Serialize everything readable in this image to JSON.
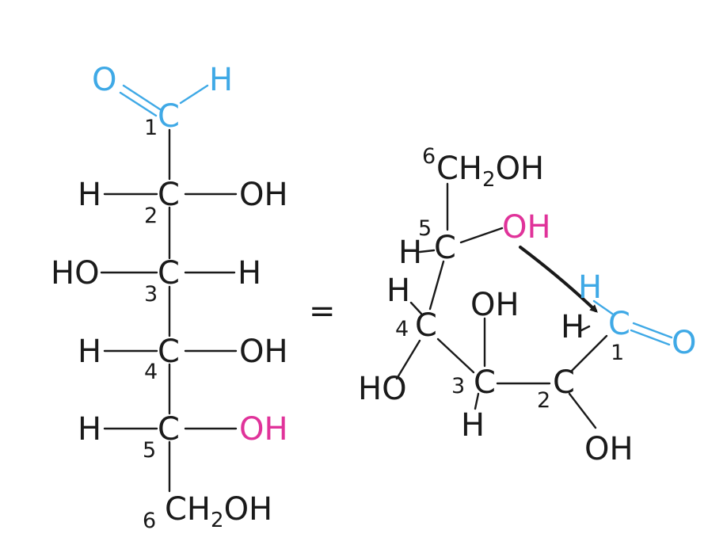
{
  "colors": {
    "aldehyde": "#3fa9e6",
    "hydroxyl_c5": "#e0339a",
    "text": "#1a1a1a",
    "arrow": "#1a1a1a"
  },
  "icons": [
    "curved-arrow-icon"
  ],
  "equals_sign": "=",
  "fischer": {
    "c1": {
      "C": "C",
      "O": "O",
      "H": "H",
      "num": "1"
    },
    "c2": {
      "C": "C",
      "left": "H",
      "right": "OH",
      "num": "2"
    },
    "c3": {
      "C": "C",
      "left": "HO",
      "right": "H",
      "num": "3"
    },
    "c4": {
      "C": "C",
      "left": "H",
      "right": "OH",
      "num": "4"
    },
    "c5": {
      "C": "C",
      "left": "H",
      "right": "OH",
      "num": "5"
    },
    "c6": {
      "num": "6",
      "group_pre": "CH",
      "group_sub": "2",
      "group_post": "OH"
    }
  },
  "ring": {
    "c6": {
      "num": "6",
      "group_pre": "CH",
      "group_sub": "2",
      "group_post": "OH"
    },
    "c5": {
      "C": "C",
      "H": "H",
      "OH": "OH",
      "num": "5"
    },
    "c4": {
      "C": "C",
      "H": "H",
      "HO": "HO",
      "num": "4"
    },
    "c3": {
      "C": "C",
      "OH": "OH",
      "H": "H",
      "num": "3"
    },
    "c2": {
      "C": "C",
      "H": "H",
      "OH": "OH",
      "num": "2"
    },
    "c1": {
      "C": "C",
      "H": "H",
      "O": "O",
      "num": "1"
    }
  }
}
